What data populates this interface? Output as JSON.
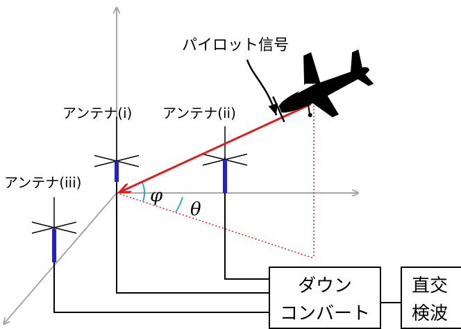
{
  "labels": {
    "pilot_signal": "パイロット信号",
    "antenna_i": "アンテナ(i)",
    "antenna_ii": "アンテナ(ii)",
    "antenna_iii": "アンテナ(iii)",
    "phi": "φ",
    "theta": "θ",
    "down_converter_line1": "ダウン",
    "down_converter_line2": "コンバート",
    "quadrature_line1": "直交",
    "quadrature_line2": "検波"
  },
  "colors": {
    "axis": "#a6a6a6",
    "signal": "#e31a1c",
    "antenna_element": "#1f1fe0",
    "angle_arc": "#2aa8c8",
    "wire": "#000000",
    "aircraft": "#000000"
  },
  "icons": {
    "aircraft": "airplane-silhouette-icon",
    "antenna": "dipole-antenna-icon"
  }
}
